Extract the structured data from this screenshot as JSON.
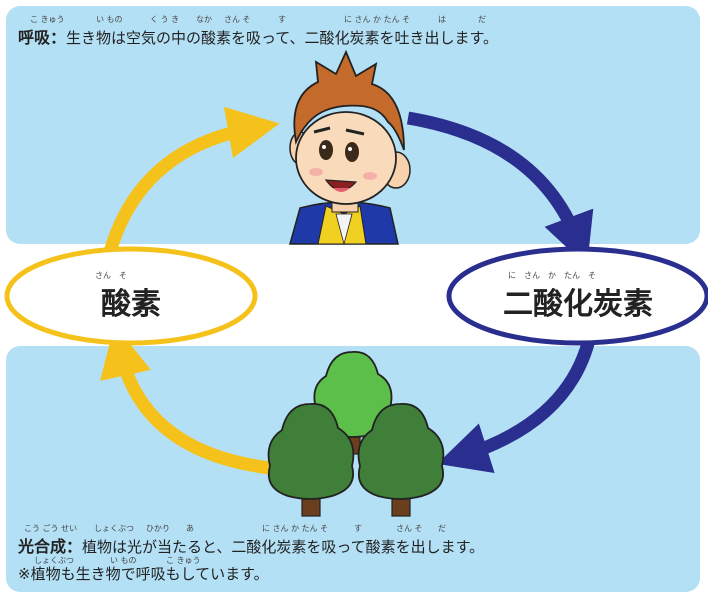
{
  "respiration": {
    "term": "呼吸：",
    "text": "生き物は空気の中の酸素を吸って、二酸化炭素を吐き出します。"
  },
  "photosynthesis": {
    "term": "光合成：",
    "text": "植物は光が当たると、二酸化炭素を吸って酸素を出します。"
  },
  "note": "※植物も生き物で呼吸もしています。",
  "cycle": {
    "oxygen_label": "酸素",
    "co2_label": "二酸化炭素",
    "oxygen_ruby": "さん　そ",
    "co2_ruby": "に　さん　か　たん　そ"
  },
  "ruby": {
    "kokyu": "こ きゅう",
    "ikimono": "い もの",
    "kuki": "く う き",
    "naka": "なか",
    "sanso": "さん そ",
    "su": "す",
    "nisankatanso": "に さん か たん そ",
    "ha": "は",
    "da": "だ",
    "kosei": "こう ごう せい",
    "shokubutsu": "しょくぶつ",
    "hikari": "ひかり",
    "a": "あ",
    "note_shokubutsu": "しょくぶつ",
    "note_ikimono": "い もの",
    "note_kokyu": "こ きゅう"
  },
  "colors": {
    "panel": "#b4e0f6",
    "oxygen_arrow": "#f5c21b",
    "co2_arrow": "#2a2f8f"
  }
}
